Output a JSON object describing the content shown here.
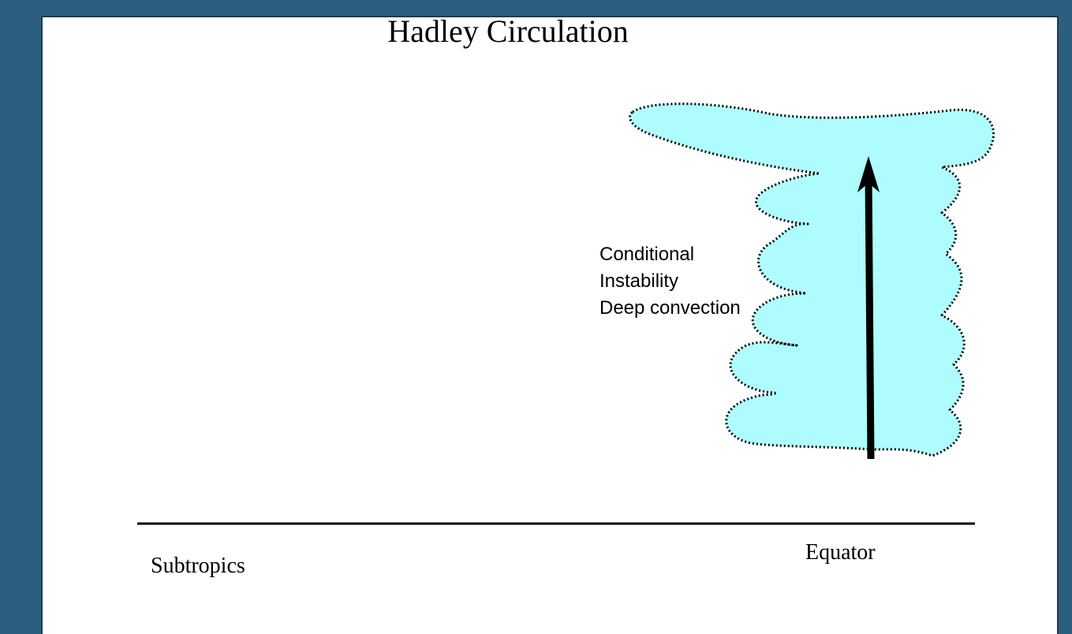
{
  "slide": {
    "title": "Hadley Circulation"
  },
  "cloud": {
    "fill_color": "#aefcfd",
    "outline_color": "#000000",
    "lines": [
      "Conditional",
      "Instability",
      "Deep convection"
    ]
  },
  "arrow": {
    "color": "#000000",
    "direction": "up"
  },
  "ground": {
    "left_label": "Subtropics",
    "right_label": "Equator"
  },
  "colors": {
    "background": "#2c5f7f",
    "slide": "#ffffff"
  }
}
